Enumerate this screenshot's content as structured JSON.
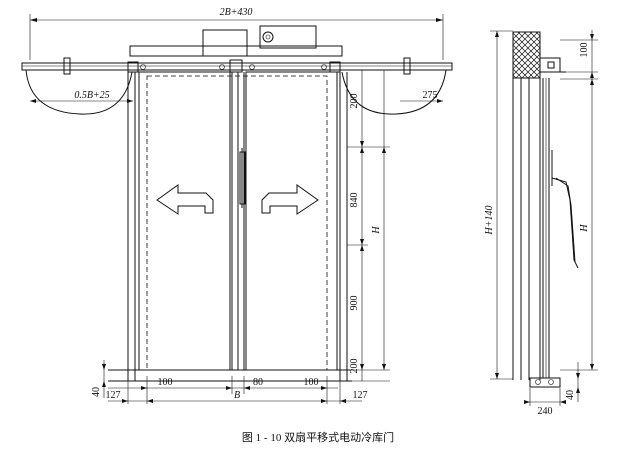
{
  "front": {
    "overall_width": "2B+430",
    "left_rail": "0.5B+25",
    "right_rail": "275",
    "top_offset": "200",
    "upper_part": "840",
    "height_symbol": "H",
    "lower_part": "900",
    "bottom_offset": "200",
    "bottom_left_gap": "40",
    "left_edge": "127",
    "left_panel": "100",
    "center_post": "80",
    "right_panel": "100",
    "clear_width": "B",
    "right_edge": "127"
  },
  "side": {
    "top_dim": "100",
    "total_height": "H+140",
    "height_symbol": "H",
    "depth": "240",
    "bottom_dim": "40"
  },
  "caption": "图 1 - 10    双扇平移式电动冷库门"
}
